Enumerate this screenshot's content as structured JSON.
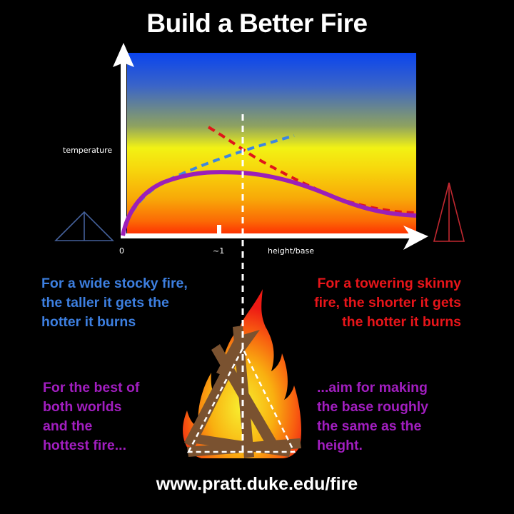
{
  "title": "Build a Better Fire",
  "chart": {
    "y_label": "temperature",
    "x_tick_0": "0",
    "x_tick_1": "~1",
    "x_label": "height/base",
    "gradient_colors": [
      "#0a44ee",
      "#8ea260",
      "#f2f214",
      "#f8a808",
      "#fe2a02"
    ]
  },
  "chart_data": {
    "type": "line",
    "title": "Build a Better Fire",
    "xlabel": "height/base",
    "ylabel": "temperature",
    "x_ticks": [
      "0",
      "~1"
    ],
    "series": [
      {
        "name": "wide stocky fire trend",
        "style": "dashed",
        "color": "#3d86e0",
        "x": [
          0,
          0.25,
          0.5,
          0.75,
          1.0,
          1.25,
          1.6
        ],
        "y": [
          0,
          0.35,
          0.5,
          0.58,
          0.66,
          0.72,
          0.8
        ]
      },
      {
        "name": "towering skinny fire trend",
        "style": "dashed",
        "color": "#e0151a",
        "x": [
          0.8,
          1.0,
          1.25,
          1.6,
          2.0,
          2.5,
          3.0
        ],
        "y": [
          0.84,
          0.7,
          0.56,
          0.42,
          0.3,
          0.2,
          0.12
        ]
      },
      {
        "name": "overall temperature",
        "style": "solid",
        "color": "#9b1fb8",
        "x": [
          0,
          0.2,
          0.5,
          0.8,
          1.0,
          1.4,
          2.0,
          2.5,
          3.0
        ],
        "y": [
          0,
          0.32,
          0.5,
          0.55,
          0.55,
          0.48,
          0.3,
          0.17,
          0.1
        ]
      }
    ],
    "annotations": [
      "dashed vertical line at optimum height/base ≈ 1"
    ]
  },
  "paragraphs": {
    "blue": [
      "For a wide stocky fire,",
      "the taller it gets the",
      "hotter it burns"
    ],
    "red": [
      "For a towering skinny",
      "fire, the shorter it gets",
      "the hotter it burns"
    ],
    "purple_left": [
      "For the best of",
      "both worlds",
      "and the",
      "hottest fire..."
    ],
    "purple_right": [
      "...aim for making",
      "the base roughly",
      "the same as the",
      "height."
    ]
  },
  "url": "www.pratt.duke.edu/fire",
  "colors": {
    "blue": "#3d7fe0",
    "red": "#e8151a",
    "purple": "#a21ec0",
    "wood": "#7a5230"
  }
}
